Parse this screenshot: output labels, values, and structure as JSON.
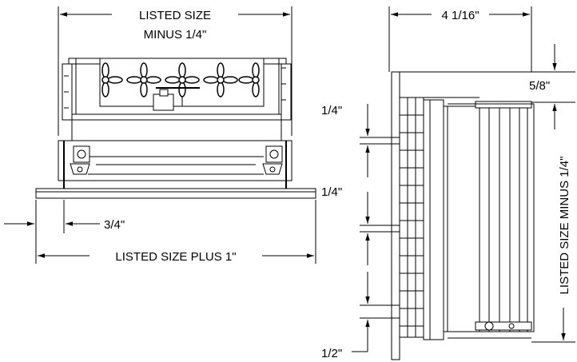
{
  "front_view": {
    "top_label_line1": "LISTED SIZE",
    "top_label_line2": "MINUS 1/4\"",
    "flange_label": "3/4\"",
    "bottom_label": "LISTED SIZE PLUS 1\""
  },
  "side_view": {
    "depth_label": "4 1/16\"",
    "flange_label": "5/8\"",
    "height_label": "LISTED SIZE MINUS 1/4\"",
    "blade_spacing_top": "1/4\"",
    "blade_spacing_mid": "1/4\"",
    "blade_spacing_bottom": "1/2\""
  }
}
